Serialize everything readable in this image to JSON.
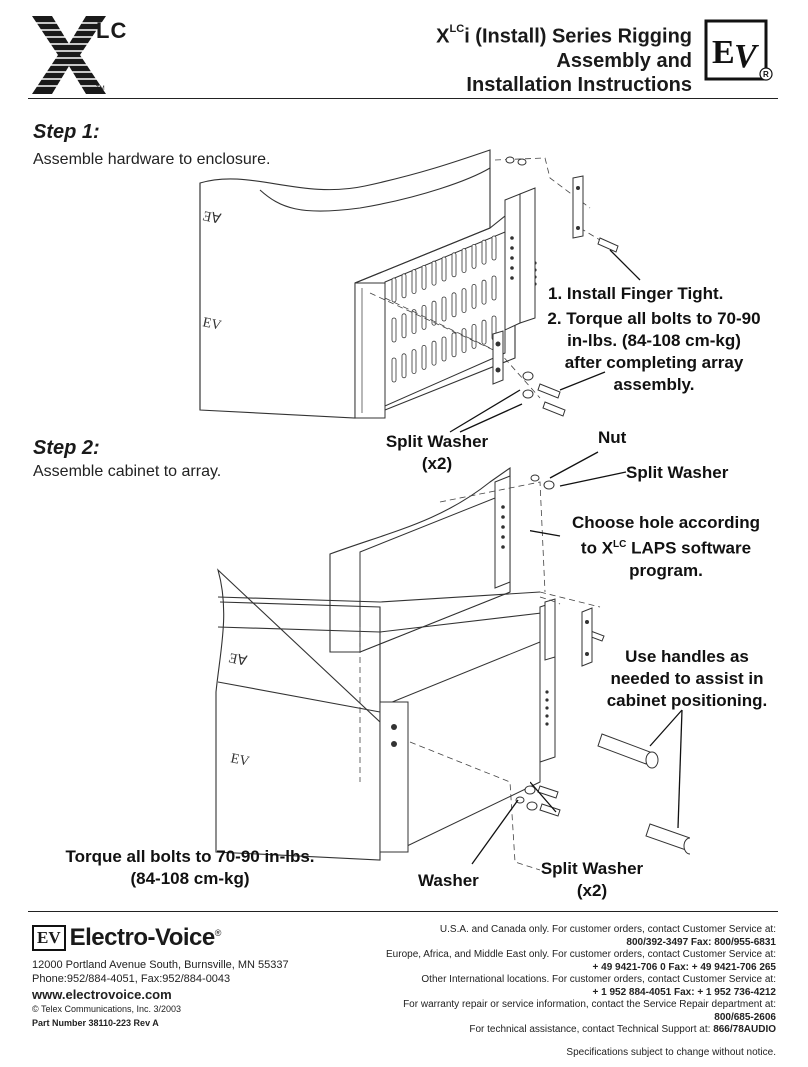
{
  "header": {
    "logo_mark": "X",
    "logo_sub": "LC",
    "logo_tm": "TM",
    "title_x": "X",
    "title_sup": "LC",
    "title_line1_rest": "i (Install) Series Rigging",
    "title_line2": "Assembly and",
    "title_line3": "Installation Instructions",
    "ev_mark": "EV",
    "ev_reg": "R"
  },
  "step1": {
    "heading": "Step 1:",
    "subtitle": "Assemble hardware to enclosure.",
    "callout_1": "1. Install Finger Tight.",
    "callout_2a": "2. Torque all bolts to 70-90",
    "callout_2b": "in-lbs.  (84-108 cm-kg)",
    "callout_2c": "after completing array",
    "callout_2d": "assembly.",
    "split_washer_a": "Split Washer",
    "split_washer_b": "(x2)"
  },
  "step2": {
    "heading": "Step 2:",
    "subtitle": "Assemble cabinet to array.",
    "nut": "Nut",
    "split_washer": "Split Washer",
    "choose_a": "Choose hole according",
    "choose_b_pre": "to X",
    "choose_b_sup": "LC",
    "choose_b_post": " LAPS software",
    "choose_c": "program.",
    "handles_a": "Use handles as",
    "handles_b": "needed to assist in",
    "handles_c": "cabinet positioning.",
    "torque_a": "Torque all bolts to 70-90 in-lbs.",
    "torque_b": "(84-108 cm-kg)",
    "washer": "Washer",
    "split_washer2_a": "Split Washer",
    "split_washer2_b": "(x2)"
  },
  "footer": {
    "ev_mark": "EV",
    "brand": "Electro-Voice",
    "brand_reg": "®",
    "address": "12000 Portland Avenue South, Burnsville, MN 55337",
    "phone": "Phone:952/884-4051, Fax:952/884-0043",
    "website": "www.electrovoice.com",
    "copyright": "© Telex Communications, Inc. 3/2003",
    "part_number": "Part Number 38110-223  Rev A",
    "r1": "U.S.A. and Canada only. For customer orders, contact Customer Service at:",
    "r2": "800/392-3497  Fax: 800/955-6831",
    "r3": "Europe, Africa, and Middle East only. For customer orders, contact Customer Service at:",
    "r4": "+ 49 9421-706 0   Fax: + 49 9421-706 265",
    "r5": "Other International locations. For customer orders, contact Customer Service at:",
    "r6": "+ 1 952 884-4051   Fax: + 1 952 736-4212",
    "r7": "For warranty repair or service information, contact the Service Repair department at:",
    "r8": "800/685-2606",
    "r9_pre": "For technical assistance, contact Technical Support at: ",
    "r9_bold": "866/78AUDIO",
    "r10": "Specifications subject to change without notice."
  }
}
